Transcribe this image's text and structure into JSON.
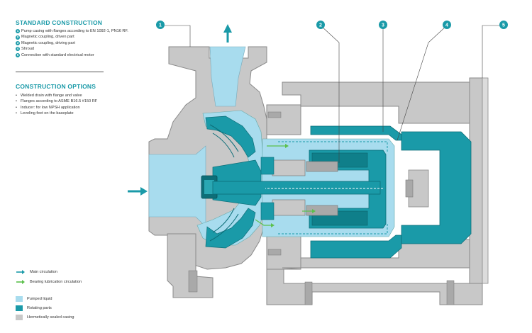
{
  "standard": {
    "title": "STANDARD CONSTRUCTION",
    "items": [
      {
        "num": "1",
        "text": "Pump casing with flanges according to EN 1092-1, PN16 RF."
      },
      {
        "num": "2",
        "text": "Magnetic coupling, driven part"
      },
      {
        "num": "3",
        "text": "Magnetic coupling, driving part"
      },
      {
        "num": "4",
        "text": "Shroud"
      },
      {
        "num": "5",
        "text": "Connection with standard electrical motor"
      }
    ]
  },
  "options": {
    "title": "CONSTRUCTION OPTIONS",
    "items": [
      "Welded drain with flange and valve",
      "Flanges according to ASME B16.5 #150 RF",
      "Inducer: for low NPSH application",
      "Leveling feet on the baseplate"
    ]
  },
  "legend": {
    "arrows": [
      {
        "label": "Main circulation",
        "color": "#1a9aa8"
      },
      {
        "label": "Bearing lubrication circulation",
        "color": "#5cc04c"
      }
    ],
    "swatches": [
      {
        "label": "Pumped liquid",
        "color": "#a8dcee"
      },
      {
        "label": "Rotating parts",
        "color": "#1a9aa8"
      },
      {
        "label": "Hermetically sealed casing",
        "color": "#c8c8c8"
      }
    ]
  },
  "callouts": [
    "1",
    "2",
    "3",
    "4",
    "5"
  ],
  "colors": {
    "teal": "#1a9aa8",
    "liquid": "#a8dcee",
    "casing": "#c8c8c8",
    "casing_dark": "#a9a9a9",
    "green": "#5cc04c"
  }
}
